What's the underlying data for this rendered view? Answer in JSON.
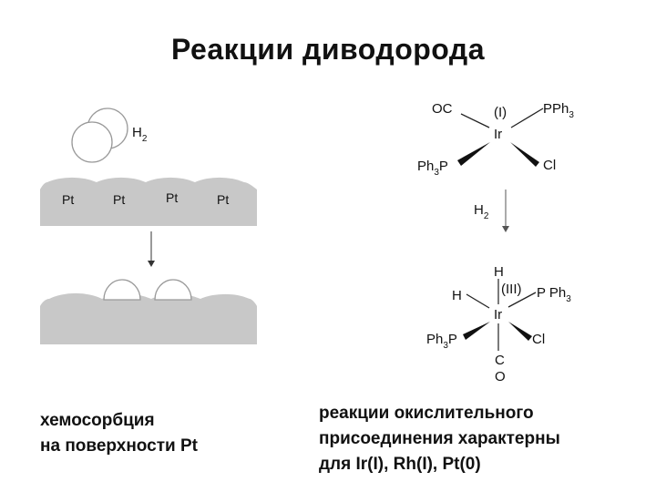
{
  "title": "Реакции диводорода",
  "left_panel": {
    "h2": {
      "main": "H",
      "sub": "2"
    },
    "pt_labels": [
      "Pt",
      "Pt",
      "Pt",
      "Pt"
    ],
    "caption": [
      "хемосорбция",
      "на поверхности Pt"
    ]
  },
  "right_panel": {
    "complex1": {
      "oc": "OC",
      "ox_state": "(I)",
      "metal": "Ir",
      "pph3": {
        "main": "PPh",
        "sub": "3"
      },
      "ph3p": {
        "main": "Ph",
        "sub": "3",
        "tail": "P"
      },
      "cl": "Cl"
    },
    "arrow_label": {
      "main": "H",
      "sub": "2"
    },
    "complex2": {
      "h_top": "H",
      "h_left": "H",
      "ox_state": "(III)",
      "metal": "Ir",
      "pph3": {
        "main": "P Ph",
        "sub": "3"
      },
      "ph3p": {
        "main": "Ph",
        "sub": "3",
        "tail": "P"
      },
      "cl": "Cl",
      "co": [
        "C",
        "O"
      ]
    },
    "caption": [
      "реакции окислительного",
      "присоединения характерны",
      "для Ir(I), Rh(I), Pt(0)"
    ]
  }
}
